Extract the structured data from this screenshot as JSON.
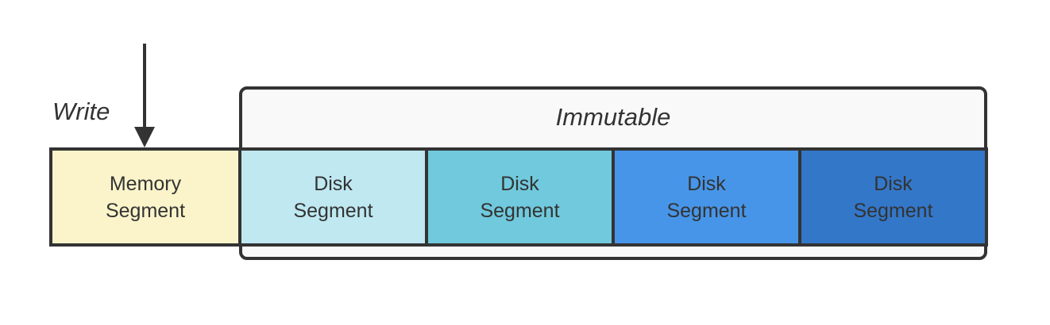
{
  "diagram": {
    "write_label": "Write",
    "immutable_label": "Immutable",
    "segments": [
      {
        "line1": "Memory",
        "line2": "Segment",
        "fill": "#FBF4CA"
      },
      {
        "line1": "Disk",
        "line2": "Segment",
        "fill": "#BFE8F1"
      },
      {
        "line1": "Disk",
        "line2": "Segment",
        "fill": "#70C9DC"
      },
      {
        "line1": "Disk",
        "line2": "Segment",
        "fill": "#4795E8"
      },
      {
        "line1": "Disk",
        "line2": "Segment",
        "fill": "#3377C9"
      }
    ],
    "colors": {
      "stroke": "#333333",
      "text": "#333333",
      "container_fill": "#F9F9F9",
      "background": "#FFFFFF"
    }
  }
}
